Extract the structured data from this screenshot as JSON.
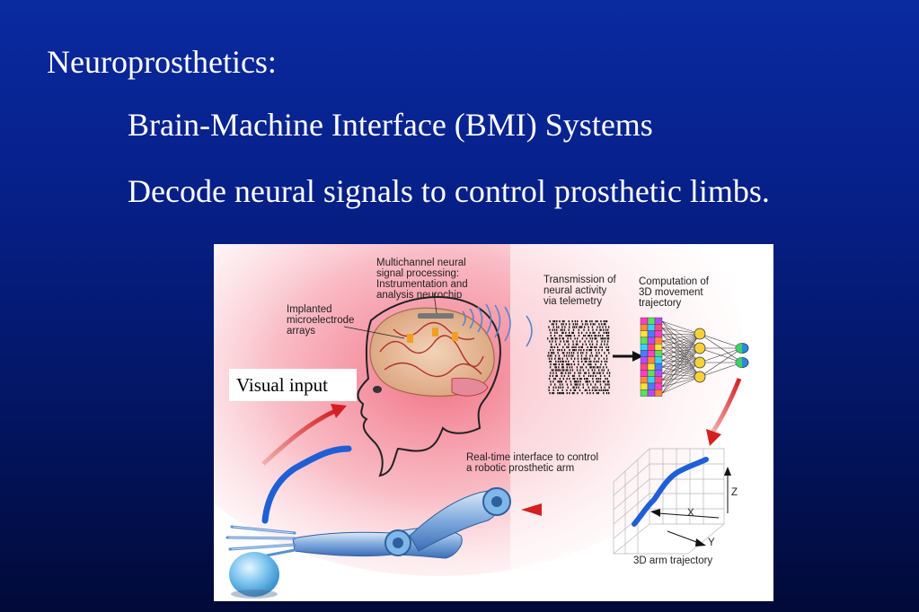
{
  "slide": {
    "title": "Neuroprosthetics:",
    "line1": "Brain-Machine Interface (BMI) Systems",
    "line2": "Decode neural signals to control  prosthetic limbs."
  },
  "figure": {
    "labels": {
      "processing": [
        "Multichannel neural",
        "signal processing:",
        "Instrumentation and",
        "analysis neurochip"
      ],
      "implanted": [
        "Implanted",
        "microelectrode",
        "arrays"
      ],
      "telemetry": [
        "Transmission of",
        "neural activity",
        "via telemetry"
      ],
      "computation": [
        "Computation of",
        "3D movement",
        "trajectory"
      ],
      "realtime": [
        "Real-time interface to control",
        "a robotic prosthetic arm"
      ],
      "axis_z": "Z",
      "axis_x": "X",
      "axis_y": "Y",
      "trajectory": "3D arm trajectory",
      "visual_input": "Visual input"
    },
    "colors": {
      "background_top": "#0a2aa0",
      "background_bottom": "#010a38",
      "arrow_red": "#d42020",
      "trajectory_blue": "#1f5fd6",
      "glow_pink": "#f5808f"
    }
  }
}
